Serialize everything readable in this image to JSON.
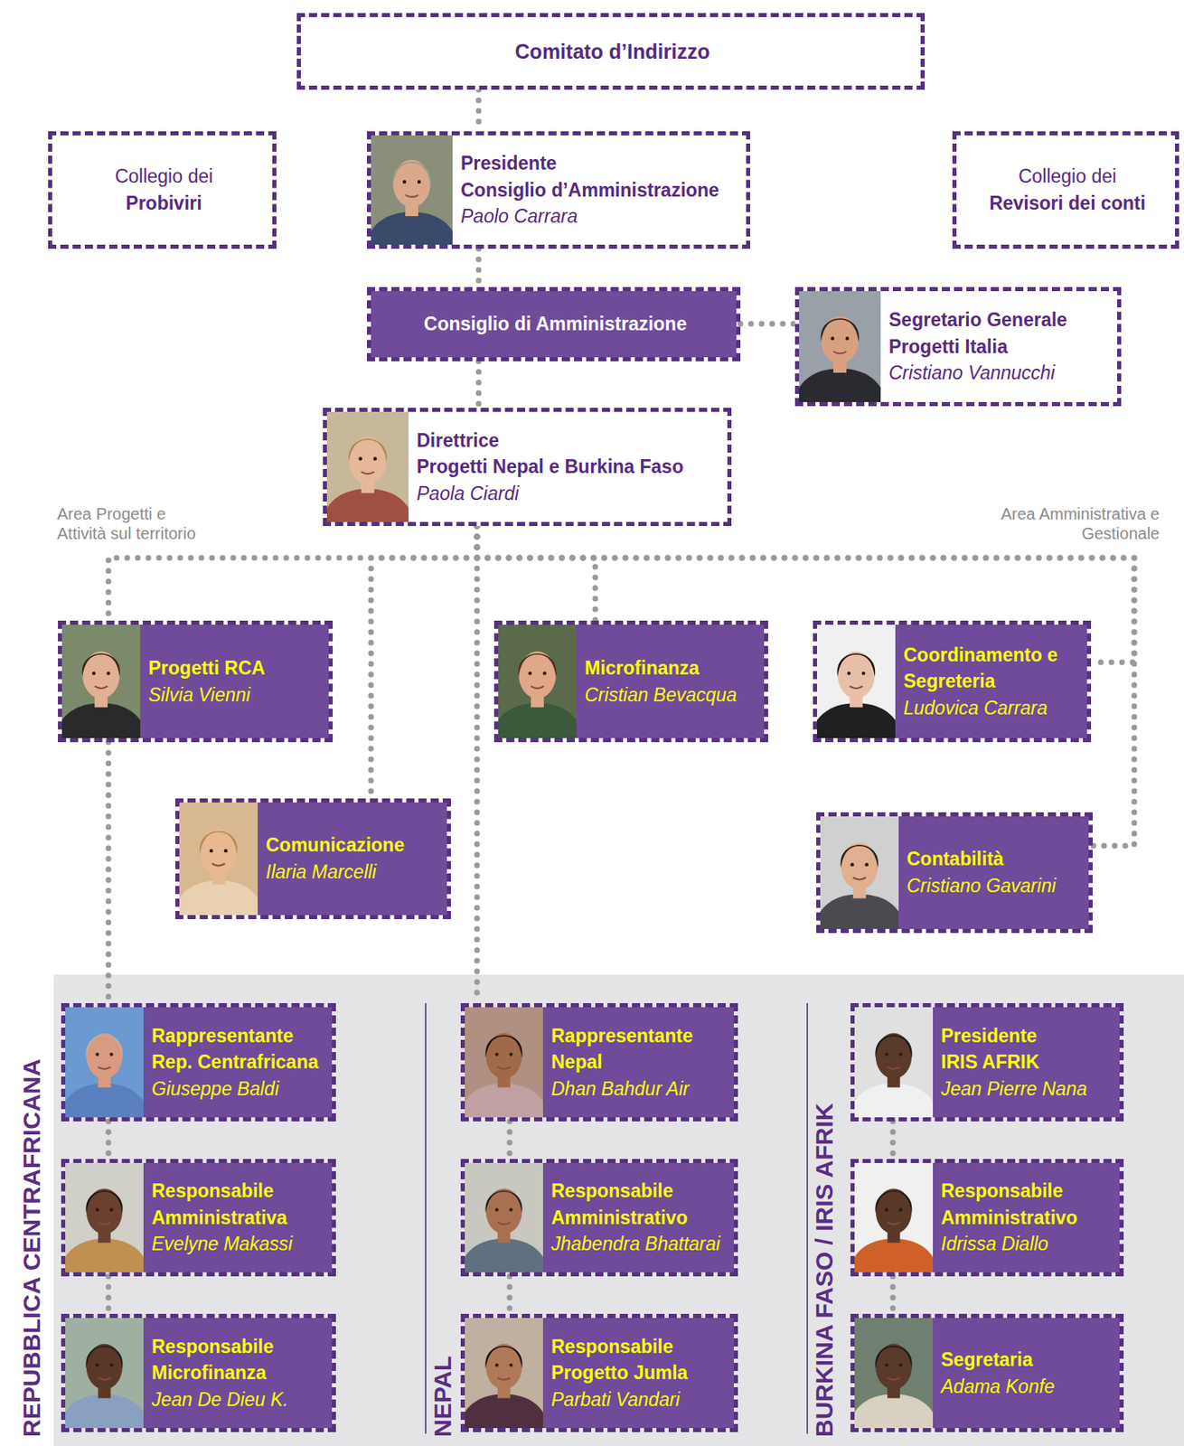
{
  "diagram": {
    "nodes": [
      {
        "text": [
          "Comitato d’Indirizzo"
        ]
      },
      {
        "text": [
          "Collegio dei",
          "Probiviri"
        ]
      },
      {
        "text": [
          "Presidente",
          "Consiglio d’Amministrazione",
          "Paolo Carrara"
        ]
      },
      {
        "text": [
          "Collegio dei",
          "Revisori dei conti"
        ]
      },
      {
        "text": [
          "Consiglio di Amministrazione"
        ]
      },
      {
        "text": [
          "Segretario Generale Progetti Italia",
          "Cristiano Vannucchi"
        ]
      },
      {
        "text": [
          "Direttrice",
          "Progetti Nepal e Burkina Faso",
          "Paola Ciardi"
        ]
      },
      {
        "text": [
          "Progetti RCA",
          "Silvia Vienni"
        ]
      },
      {
        "text": [
          "Microfinanza",
          "Cristian Bevacqua"
        ]
      },
      {
        "text": [
          "Coordinamento e Segreteria",
          "Ludovica Carrara"
        ]
      },
      {
        "text": [
          "Comunicazione",
          "Ilaria Marcelli"
        ]
      },
      {
        "text": [
          "Contabilità",
          "Cristiano Gavarini"
        ]
      },
      {
        "text": [
          "Rappresentante Rep. Centrafricana",
          "Giuseppe Baldi"
        ]
      },
      {
        "text": [
          "Rappresentante Nepal",
          "Dhan Bahdur Air"
        ]
      },
      {
        "text": [
          "Presidente IRIS AFRIK",
          "Jean Pierre Nana"
        ]
      },
      {
        "text": [
          "Responsabile Amministrativa",
          "Evelyne Makassi"
        ]
      },
      {
        "text": [
          "Responsabile Amministrativo",
          "Jhabendra Bhattarai"
        ]
      },
      {
        "text": [
          "Responsabile Amministrativo",
          "Idrissa Diallo"
        ]
      },
      {
        "text": [
          "Responsabile Microfinanza",
          "Jean De Dieu K."
        ]
      },
      {
        "text": [
          "Responsabile Progetto Jumla",
          "Parbati Vandari"
        ]
      },
      {
        "text": [
          "Segretaria",
          "Adama Konfe"
        ]
      }
    ],
    "edges": [
      {
        "from": 0,
        "to": 2,
        "arrow": "none"
      },
      {
        "from": 2,
        "to": 4,
        "arrow": "none"
      },
      {
        "from": 4,
        "to": 5,
        "arrow": "none"
      },
      {
        "from": 4,
        "to": 6,
        "arrow": "none"
      },
      {
        "from": 6,
        "to": 7,
        "arrow": "none"
      },
      {
        "from": 6,
        "to": 10,
        "arrow": "none"
      },
      {
        "from": 6,
        "to": 8,
        "arrow": "none"
      },
      {
        "from": 6,
        "to": 9,
        "arrow": "none"
      },
      {
        "from": 6,
        "to": 11,
        "arrow": "none"
      },
      {
        "from": 6,
        "to": 13,
        "arrow": "none"
      },
      {
        "from": 7,
        "to": 12,
        "arrow": "none"
      },
      {
        "from": 12,
        "to": 15,
        "arrow": "none"
      },
      {
        "from": 15,
        "to": 18,
        "arrow": "none"
      },
      {
        "from": 13,
        "to": 16,
        "arrow": "none"
      },
      {
        "from": 16,
        "to": 19,
        "arrow": "none"
      },
      {
        "from": 14,
        "to": 17,
        "arrow": "none"
      },
      {
        "from": 17,
        "to": 20,
        "arrow": "none"
      }
    ],
    "labels": [
      "Area Progetti e Attività sul territorio",
      "Area Amministrativa e Gestionale",
      "REPUBBLICA CENTRAFRICANA",
      "NEPAL",
      "BURKINA FASO / IRIS AFRIK"
    ]
  }
}
